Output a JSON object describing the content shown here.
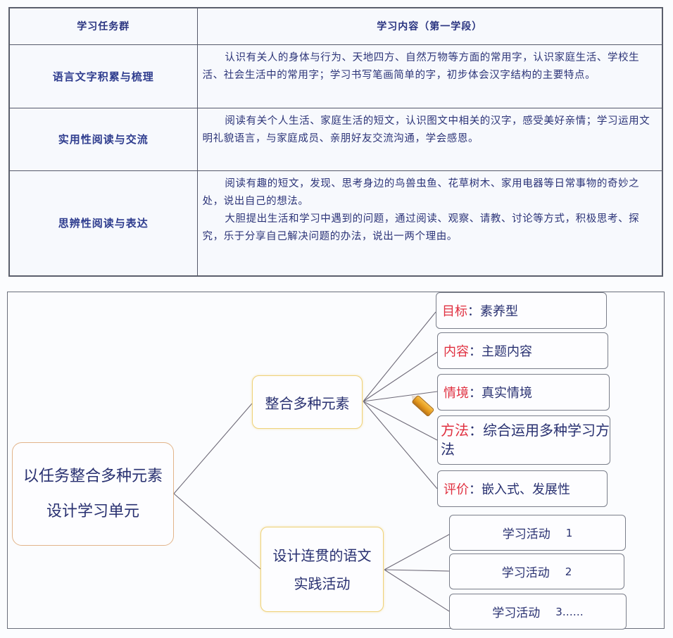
{
  "table": {
    "headers": [
      "学习任务群",
      "学习内容（第一学段）"
    ],
    "rows": [
      {
        "group": "语言文字积累与梳理",
        "paragraphs": [
          "认识有关人的身体与行为、天地四方、自然万物等方面的常用字，认识家庭生活、学校生活、社会生活中的常用字；学习书写笔画简单的字，初步体会汉字结构的主要特点。"
        ]
      },
      {
        "group": "实用性阅读与交流",
        "paragraphs": [
          "阅读有关个人生活、家庭生活的短文，认识图文中相关的汉字，感受美好亲情；学习运用文明礼貌语言，与家庭成员、亲朋好友交流沟通，学会感恩。"
        ]
      },
      {
        "group": "思辨性阅读与表达",
        "paragraphs": [
          "阅读有趣的短文，发现、思考身边的鸟兽虫鱼、花草树木、家用电器等日常事物的奇妙之处，说出自己的想法。",
          "大胆提出生活和学习中遇到的问题，通过阅读、观察、请教、讨论等方式，积极思考、探究，乐于分享自己解决问题的办法，说出一两个理由。"
        ]
      }
    ]
  },
  "mindmap": {
    "root": "以任务整合多种元素设计学习单元",
    "branches": [
      {
        "label": "整合多种元素",
        "leaves": [
          {
            "key": "目标",
            "sep": "：",
            "value": "素养型"
          },
          {
            "key": "内容",
            "sep": "：",
            "value": "主题内容"
          },
          {
            "key": "情境",
            "sep": "：",
            "value": "真实情境"
          },
          {
            "key": "方法",
            "sep": "：",
            "value": "综合运用多种学习方法"
          },
          {
            "key": "评价",
            "sep": "：",
            "value": "嵌入式、发展性"
          }
        ]
      },
      {
        "label": "设计连贯的语文实践活动",
        "leaves": [
          {
            "label": "学习活动",
            "num": "1"
          },
          {
            "label": "学习活动",
            "num": "2"
          },
          {
            "label": "学习活动",
            "num": "3……"
          }
        ]
      }
    ],
    "icons": {
      "pencil": "pencil-icon"
    },
    "colors": {
      "key_text": "#e03040",
      "body_text": "#283070",
      "root_border": "#e2b48a",
      "branch_border": "#efd27a",
      "leaf_border": "#7a7e8a"
    }
  }
}
